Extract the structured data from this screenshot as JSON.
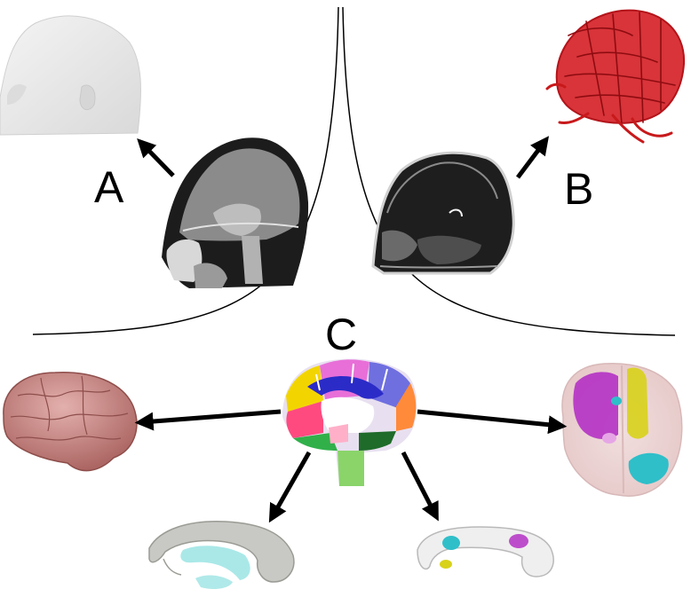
{
  "figure": {
    "panel_labels": {
      "a": "A",
      "b": "B",
      "c": "C"
    },
    "colors": {
      "line": "#000000",
      "vessel_red": "#c8191b",
      "cortex_pink": "#c58a87",
      "head_white": "#ececec",
      "mri_dark": "#2b2b2b",
      "ventricle_gray": "#c8c8c4",
      "overlay_cyan": "#8ee0e0",
      "region_magenta": "#b431c4",
      "region_yellow": "#d8d21a",
      "region_cyan": "#2fbfc9"
    },
    "images": [
      {
        "id": "head-surface",
        "icon": "head-3d-render"
      },
      {
        "id": "t1-mri-sagittal",
        "icon": "mri-slice"
      },
      {
        "id": "ct-angiography-sagittal",
        "icon": "ct-slice"
      },
      {
        "id": "vessel-tree",
        "icon": "vasculature-render"
      },
      {
        "id": "parcellation-slice",
        "icon": "brain-atlas-labels"
      },
      {
        "id": "cortical-surface",
        "icon": "brain-surface-render"
      },
      {
        "id": "glass-brain-regions",
        "icon": "glass-brain-render"
      },
      {
        "id": "corpus-callosum-render",
        "icon": "callosum-render"
      },
      {
        "id": "ventricle-render",
        "icon": "ventricle-render"
      }
    ]
  }
}
